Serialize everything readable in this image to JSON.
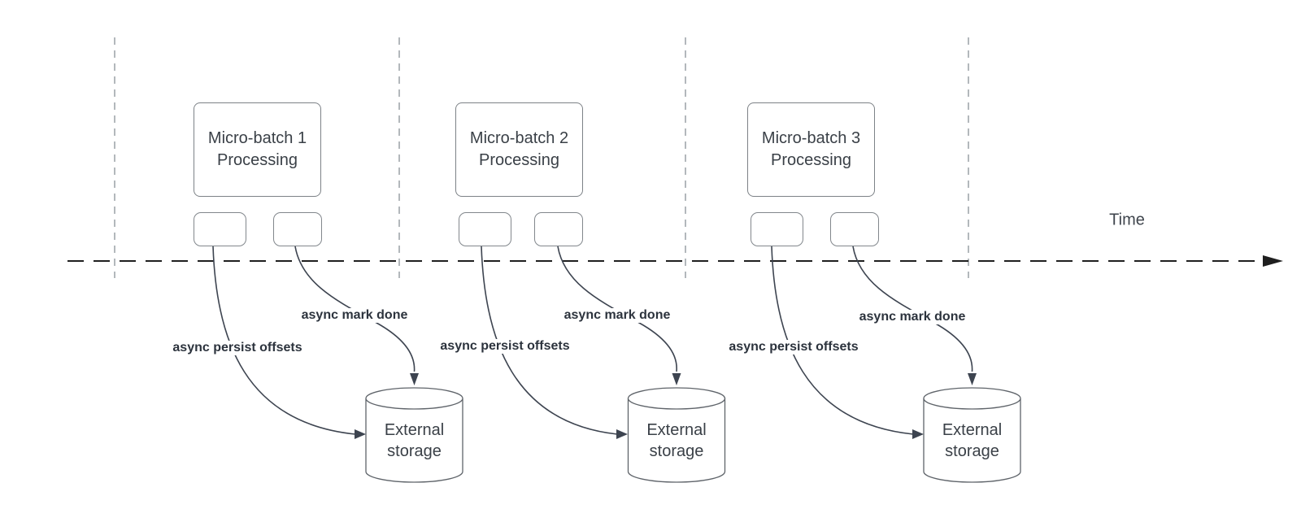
{
  "time_axis": {
    "label": "Time"
  },
  "batches": [
    {
      "processing_box": {
        "line1": "Micro-batch 1",
        "line2": "Processing"
      },
      "persist_arrow_label": "async persist offsets",
      "mark_done_arrow_label": "async mark done",
      "storage": {
        "line1": "External",
        "line2": "storage"
      }
    },
    {
      "processing_box": {
        "line1": "Micro-batch 2",
        "line2": "Processing"
      },
      "persist_arrow_label": "async persist offsets",
      "mark_done_arrow_label": "async mark done",
      "storage": {
        "line1": "External",
        "line2": "storage"
      }
    },
    {
      "processing_box": {
        "line1": "Micro-batch 3",
        "line2": "Processing"
      },
      "persist_arrow_label": "async persist offsets",
      "mark_done_arrow_label": "async mark done",
      "storage": {
        "line1": "External",
        "line2": "storage"
      }
    }
  ],
  "colors": {
    "edge_stroke": "#3d4450",
    "timeline_stroke": "#1f1f1f",
    "guide_line": "#b3b8bc",
    "box_border": "#7d8287",
    "box_text": "#3a4047",
    "edge_label_text": "#2c333d"
  }
}
